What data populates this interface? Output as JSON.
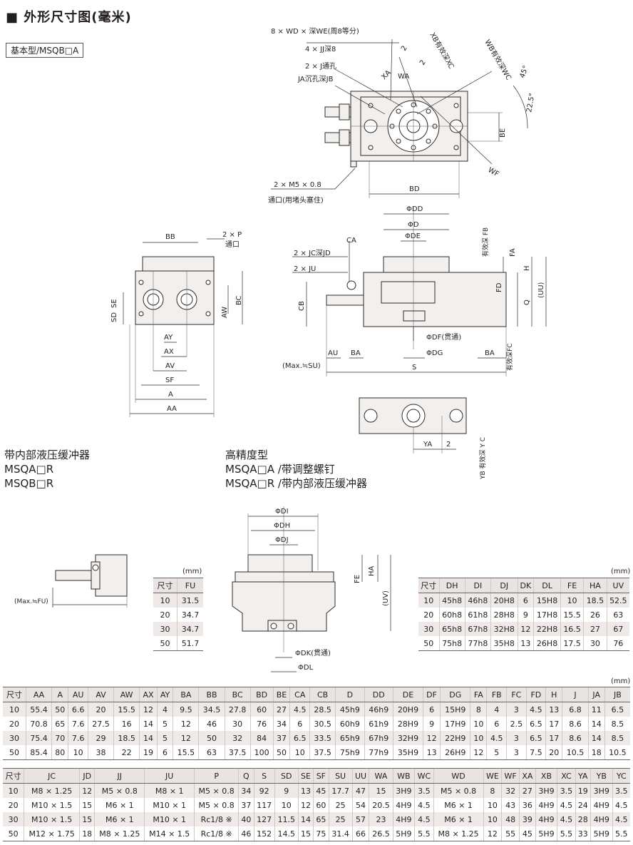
{
  "title": "■ 外形尺寸图(毫米)",
  "basic_badge": "基本型/MSQB□A",
  "section_left": {
    "line1": "带内部液压缓冲器",
    "line2": "MSQA□R",
    "line3": "MSQB□R"
  },
  "section_right": {
    "line1": "高精度型",
    "line2": "MSQA□A /带调整螺钉",
    "line3": "MSQA□R /带内部液压缓冲器"
  },
  "labels": {
    "wd": "8 × WD × 深WE(周8等分)",
    "jj": "4 × JJ深8",
    "ja": "2 × J通孔",
    "ja2": "JA沉孔深JB",
    "m5": "2 × M5 × 0.8",
    "m5b": "通口(用堵头塞住)",
    "xa": "XA",
    "wa": "WA",
    "xb": "XB有效深XC",
    "wb": "WB有效深WC",
    "deg45": "45°",
    "deg225": "22.5°",
    "be": "BE",
    "bd": "BD",
    "wf": "WF",
    "two": "2",
    "bb": "BB",
    "p": "2 × P",
    "p2": "通口",
    "se": "SE",
    "sd": "SD",
    "aw": "AW",
    "bc": "BC",
    "ay": "AY",
    "ax": "AX",
    "av": "AV",
    "sf": "SF",
    "a": "A",
    "aa": "AA",
    "dd": "ΦDD",
    "d": "ΦD",
    "de": "ΦDE",
    "ca": "CA",
    "fb": "有效深 FB",
    "fa": "FA",
    "h": "H",
    "fd": "FD",
    "q": "Q",
    "uu": "(UU)",
    "jc": "2 × JC深JD",
    "ju": "2 × JU",
    "cb": "CB",
    "df": "ΦDF(贯通)",
    "dg": "ΦDG",
    "au": "AU",
    "ba": "BA",
    "maxsu": "(Max.≒SU)",
    "s": "S",
    "fc": "有效深FC",
    "ya": "YA",
    "yb": "YB 有效深 Y C",
    "maxfu": "(Max.≒FU)",
    "di": "ΦDI",
    "dh": "ΦDH",
    "dj": "ΦDJ",
    "fe": "FE",
    "ha": "HA",
    "uv": "(UV)",
    "dk": "ΦDK(贯通)",
    "dl": "ΦDL"
  },
  "fu_table": {
    "unit": "(mm)",
    "headers": [
      "尺寸",
      "FU"
    ],
    "rows": [
      [
        "10",
        "31.5"
      ],
      [
        "20",
        "34.7"
      ],
      [
        "30",
        "34.7"
      ],
      [
        "50",
        "51.7"
      ]
    ]
  },
  "d_table": {
    "unit": "(mm)",
    "headers": [
      "尺寸",
      "DH",
      "DI",
      "DJ",
      "DK",
      "DL",
      "FE",
      "HA",
      "UV"
    ],
    "rows": [
      [
        "10",
        "45h8",
        "46h8",
        "20H8",
        "6",
        "15H8",
        "10",
        "18.5",
        "52.5"
      ],
      [
        "20",
        "60h8",
        "61h8",
        "28H8",
        "9",
        "17H8",
        "15.5",
        "26",
        "63"
      ],
      [
        "30",
        "65h8",
        "67h8",
        "32H8",
        "12",
        "22H8",
        "16.5",
        "27",
        "67"
      ],
      [
        "50",
        "75h8",
        "77h8",
        "35H8",
        "13",
        "26H8",
        "17.5",
        "30",
        "76"
      ]
    ]
  },
  "main_table1": {
    "unit": "(mm)",
    "headers": [
      "尺寸",
      "AA",
      "A",
      "AU",
      "AV",
      "AW",
      "AX",
      "AY",
      "BA",
      "BB",
      "BC",
      "BD",
      "BE",
      "CA",
      "CB",
      "D",
      "DD",
      "DE",
      "DF",
      "DG",
      "FA",
      "FB",
      "FC",
      "FD",
      "H",
      "J",
      "JA",
      "JB"
    ],
    "rows": [
      [
        "10",
        "55.4",
        "50",
        "6.6",
        "20",
        "15.5",
        "12",
        "4",
        "9.5",
        "34.5",
        "27.8",
        "60",
        "27",
        "4.5",
        "28.5",
        "45h9",
        "46h9",
        "20H9",
        "6",
        "15H9",
        "8",
        "4",
        "3",
        "4.5",
        "13",
        "6.8",
        "11",
        "6.5"
      ],
      [
        "20",
        "70.8",
        "65",
        "7.6",
        "27.5",
        "16",
        "14",
        "5",
        "12",
        "46",
        "30",
        "76",
        "34",
        "6",
        "30.5",
        "60h9",
        "61h9",
        "28H9",
        "9",
        "17H9",
        "10",
        "6",
        "2.5",
        "6.5",
        "17",
        "8.6",
        "14",
        "8.5"
      ],
      [
        "30",
        "75.4",
        "70",
        "7.6",
        "29",
        "18.5",
        "14",
        "5",
        "12",
        "50",
        "32",
        "84",
        "37",
        "6.5",
        "33.5",
        "65h9",
        "67h9",
        "32H9",
        "12",
        "22H9",
        "10",
        "4.5",
        "3",
        "6.5",
        "17",
        "8.6",
        "14",
        "8.5"
      ],
      [
        "50",
        "85.4",
        "80",
        "10",
        "38",
        "22",
        "19",
        "6",
        "15.5",
        "63",
        "37.5",
        "100",
        "50",
        "10",
        "37.5",
        "75h9",
        "77h9",
        "35H9",
        "13",
        "26H9",
        "12",
        "5",
        "3",
        "7.5",
        "20",
        "10.5",
        "18",
        "10.5"
      ]
    ]
  },
  "main_table2": {
    "headers": [
      "尺寸",
      "JC",
      "JD",
      "JJ",
      "JU",
      "P",
      "Q",
      "S",
      "SD",
      "SE",
      "SF",
      "SU",
      "UU",
      "WA",
      "WB",
      "WC",
      "WD",
      "WE",
      "WF",
      "XA",
      "XB",
      "XC",
      "YA",
      "YB",
      "YC"
    ],
    "rows": [
      [
        "10",
        "M8 × 1.25",
        "12",
        "M5 × 0.8",
        "M8 × 1",
        "M5 × 0.8",
        "34",
        "92",
        "9",
        "13",
        "45",
        "17.7",
        "47",
        "15",
        "3H9",
        "3.5",
        "M5 × 0.8",
        "8",
        "32",
        "27",
        "3H9",
        "3.5",
        "19",
        "3H9",
        "3.5"
      ],
      [
        "20",
        "M10 × 1.5",
        "15",
        "M6 × 1",
        "M10 × 1",
        "M5 × 0.8",
        "37",
        "117",
        "10",
        "12",
        "60",
        "25",
        "54",
        "20.5",
        "4H9",
        "4.5",
        "M6 × 1",
        "10",
        "43",
        "36",
        "4H9",
        "4.5",
        "24",
        "4H9",
        "4.5"
      ],
      [
        "30",
        "M10 × 1.5",
        "15",
        "M6 × 1",
        "M10 × 1",
        "Rc1/8 ※",
        "40",
        "127",
        "11.5",
        "14",
        "65",
        "25",
        "57",
        "23",
        "4H9",
        "4.5",
        "M6 × 1",
        "10",
        "48",
        "39",
        "4H9",
        "4.5",
        "28",
        "4H9",
        "4.5"
      ],
      [
        "50",
        "M12 × 1.75",
        "18",
        "M8 × 1.25",
        "M14 × 1.5",
        "Rc1/8 ※",
        "46",
        "152",
        "14.5",
        "15",
        "75",
        "31.4",
        "66",
        "26.5",
        "5H9",
        "5.5",
        "M8 × 1.25",
        "12",
        "55",
        "45",
        "5H9",
        "5.5",
        "33",
        "5H9",
        "5.5"
      ]
    ]
  }
}
